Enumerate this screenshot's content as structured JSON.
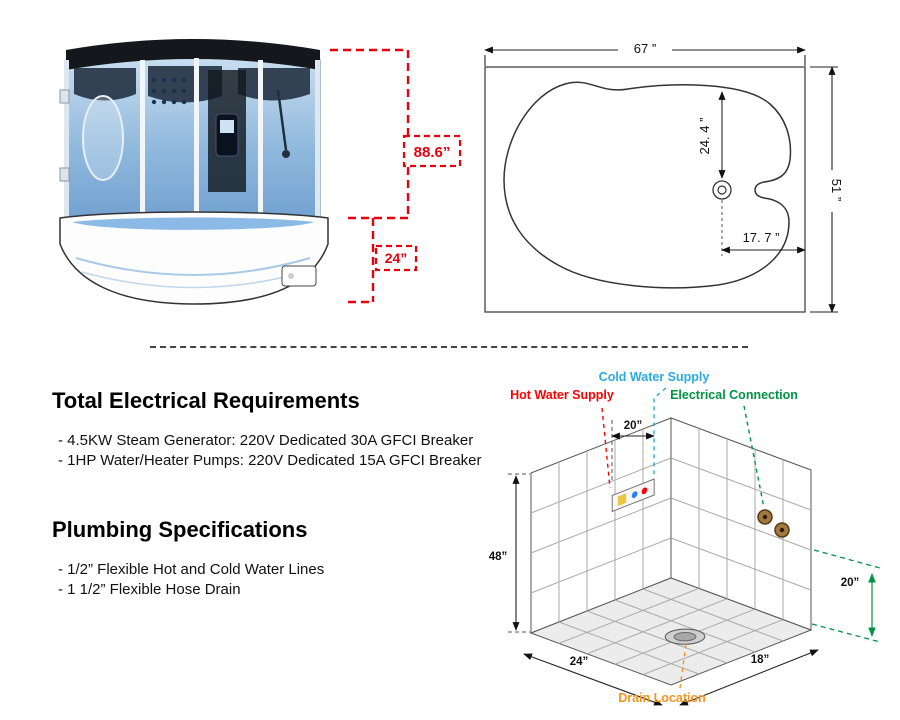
{
  "front_view": {
    "height_label": "88.6”",
    "tub_label": "24”"
  },
  "plan_view": {
    "width_label": "67 ”",
    "depth_label": "51 ”",
    "vertical_label": "24. 4 ”",
    "horizontal_label": "17. 7 ”"
  },
  "electrical": {
    "title": "Total Electrical Requirements",
    "items": [
      "- 4.5KW Steam Generator: 220V Dedicated 30A GFCI Breaker",
      "- 1HP Water/Heater Pumps: 220V Dedicated 15A GFCI Breaker"
    ]
  },
  "plumbing": {
    "title": "Plumbing Specifications",
    "items": [
      "- 1/2” Flexible Hot and Cold Water Lines",
      "- 1 1/2” Flexible Hose Drain"
    ]
  },
  "install": {
    "labels": {
      "cold": "Cold Water Supply",
      "hot": "Hot Water Supply",
      "electrical": "Electrical Connection",
      "drain": "Drain Location"
    },
    "dims": {
      "supply_spacing": "20”",
      "wall_height": "48”",
      "floor_left": "24”",
      "floor_right": "18”",
      "right_depth": "20”"
    },
    "colors": {
      "cold": "#29abe2",
      "hot": "#ff0000",
      "electrical": "#009245",
      "drain": "#f7941d"
    }
  }
}
